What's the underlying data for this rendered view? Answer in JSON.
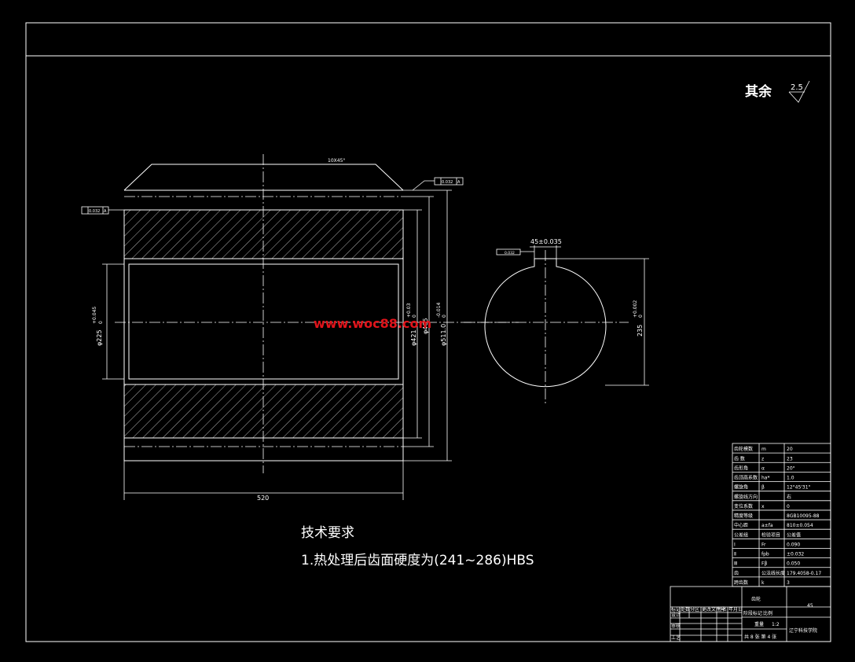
{
  "drawing": {
    "roughness_label": "其余",
    "roughness_value": "2.5",
    "chamfer": "10X45°",
    "tolerance_frame_right": "0.032",
    "tolerance_frame_left": "0.032",
    "datum": "A",
    "length_dim": "520",
    "bore_dim": "φ225",
    "bore_tol_upper": "+0.045",
    "bore_tol_lower": "0",
    "dim_421": "φ421",
    "dim_421_tol_upper": "+0.03",
    "dim_421_tol_lower": "0",
    "dim_465": "φ465",
    "dim_511": "φ511.0",
    "dim_511_tol_upper": "-0.014",
    "dim_511_tol_lower": "0",
    "key_width": "45±0.035",
    "key_depth": "235",
    "key_depth_tol_upper": "+0.002",
    "key_depth_tol_lower": "0",
    "small_frame": "0.032",
    "watermark": "www.woc88.com",
    "tech_title": "技术要求",
    "tech_req": "1.热处理后齿面硬度为(241~286)HBS"
  },
  "param_table": {
    "rows": [
      [
        "齿轮模数",
        "m",
        "20"
      ],
      [
        "齿 数",
        "z",
        "23"
      ],
      [
        "齿形角",
        "α",
        "20°"
      ],
      [
        "齿顶高系数",
        "ha*",
        "1.0"
      ],
      [
        "螺旋角",
        "β",
        "12°45'31\""
      ],
      [
        "螺旋线方向",
        "",
        "右"
      ],
      [
        "变位系数",
        "x",
        "0"
      ],
      [
        "精度等级",
        "",
        "8GB10095-88"
      ],
      [
        "中心距",
        "a±fa",
        "810±0.054"
      ],
      [
        "公差组",
        "检验项目",
        "公差值"
      ],
      [
        "Ⅰ",
        "Fr",
        "0.090"
      ],
      [
        "Ⅱ",
        "fpb",
        "±0.032"
      ],
      [
        "Ⅲ",
        "Fβ",
        "0.050"
      ],
      [
        "齿",
        "公法线长度",
        "179.4058-0.17"
      ],
      [
        "跨齿数",
        "k",
        "3"
      ]
    ]
  },
  "title_block": {
    "part_name": "齿轮",
    "material": "45",
    "school": "辽宁科技学院",
    "sheet": "共 8 张  第 4 张",
    "scale": "1:2",
    "labels": [
      "标记",
      "处数",
      "分区",
      "更改文件号",
      "签名",
      "年月日"
    ],
    "roles": [
      "设计",
      "审核",
      "工艺"
    ],
    "fields": [
      "阶段标记",
      "重量",
      "比例"
    ]
  }
}
